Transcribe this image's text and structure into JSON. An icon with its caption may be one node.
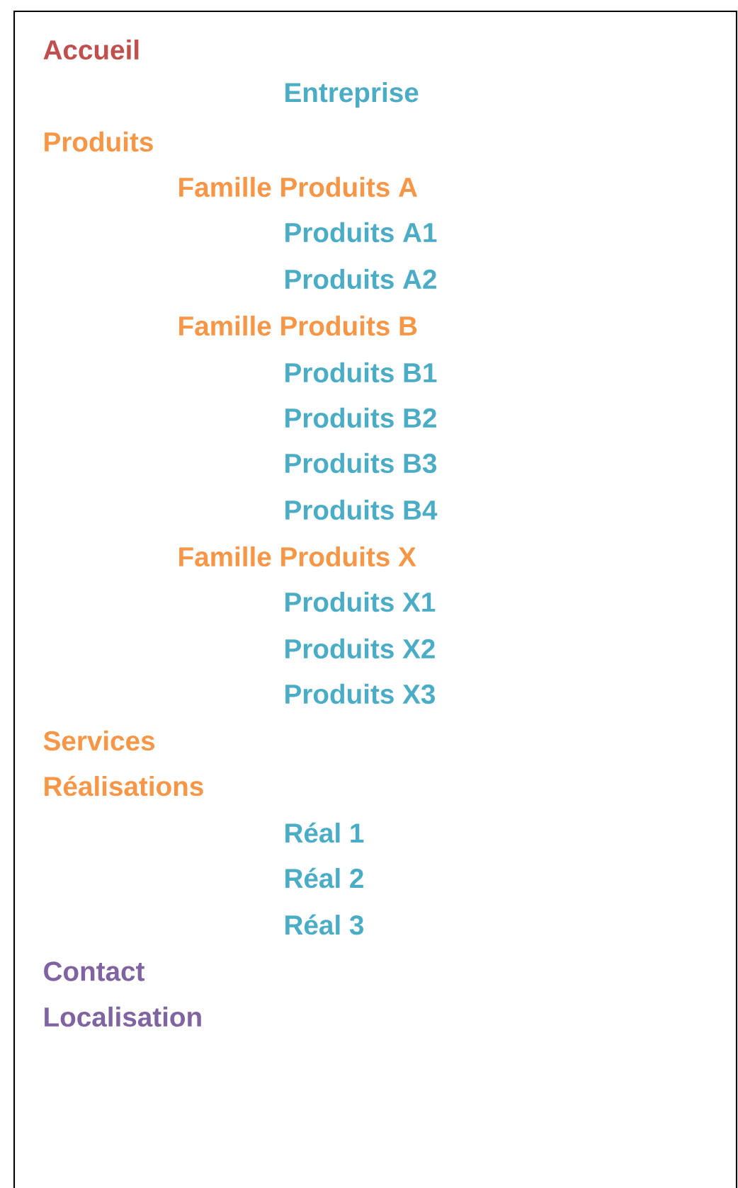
{
  "diagram": {
    "labels": [
      "Accueil",
      "Entreprise",
      "Produits",
      "Famille Produits A",
      "Produits A1",
      "Produits A2",
      "Famille Produits B",
      "Produits B1",
      "Produits B2",
      "Produits B3",
      "Produits B4",
      "Famille Produits X",
      "Produits X1",
      "Produits X2",
      "Produits X3",
      "Services",
      "Réalisations",
      "Réal 1",
      "Réal 2",
      "Réal 3",
      "Contact",
      "Localisation"
    ]
  }
}
